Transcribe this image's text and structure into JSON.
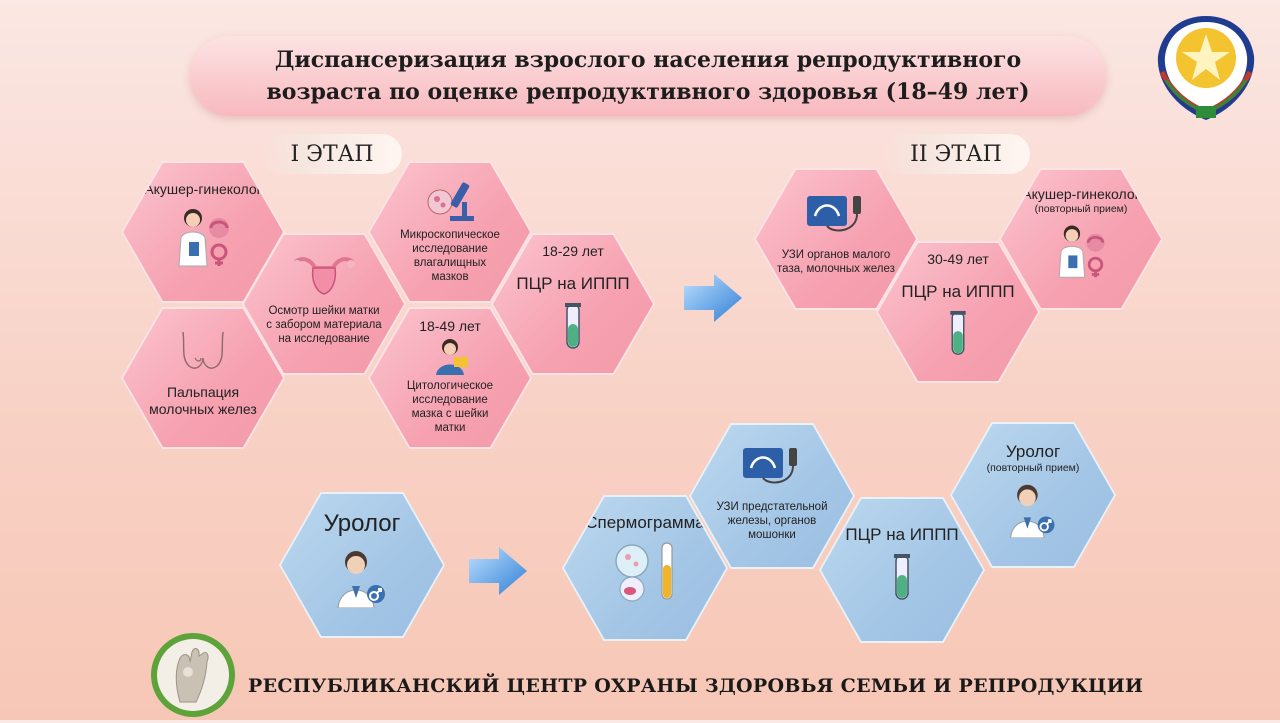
{
  "title": "Диспансеризация взрослого населения репродуктивного возраста по оценке репродуктивного здоровья (18–49 лет)",
  "stage1": {
    "label": "I ЭТАП",
    "hexes": {
      "gynecologist": "Акушер-гинеколог",
      "exam": "Осмотр шейки матки с забором материала на исследование",
      "microscopy": "Микроскопическое исследование влагалищных мазков",
      "palpation": "Пальпация молочных желез",
      "cytology_age": "18-49 лет",
      "cytology": "Цитологическое исследование мазка с шейки матки",
      "pcr_age": "18-29 лет",
      "pcr": "ПЦР на ИППП"
    }
  },
  "stage2": {
    "label": "II ЭТАП",
    "hexes": {
      "ultrasound": "УЗИ органов малого таза, молочных желез",
      "pcr_age": "30-49 лет",
      "pcr": "ПЦР на ИППП",
      "gynecologist": "Акушер-гинеколог",
      "gynecologist_note": "(повторный прием)"
    }
  },
  "male": {
    "urologist": "Уролог",
    "spermogram": "Спермограмма",
    "ultrasound": "УЗИ предстательной железы, органов мошонки",
    "pcr": "ПЦР на ИППП",
    "urologist_repeat": "Уролог",
    "urologist_repeat_note": "(повторный прием)"
  },
  "footer": "РЕСПУБЛИКАНСКИЙ ЦЕНТР ОХРАНЫ ЗДОРОВЬЯ СЕМЬИ И РЕПРОДУКЦИИ",
  "colors": {
    "pink_hex": "#f6a1b1",
    "blue_hex": "#a4c6e6",
    "arrow": "#3f8fe0",
    "logo_green": "#5ea33a"
  }
}
